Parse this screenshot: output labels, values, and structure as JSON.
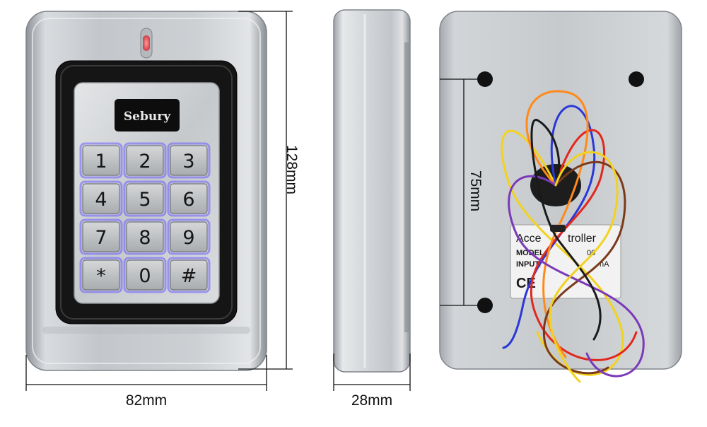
{
  "dimensions": {
    "front_width": "82mm",
    "front_height": "128mm",
    "side_depth": "28mm",
    "hole_spacing": "75mm"
  },
  "brand": "Sebury",
  "keypad": {
    "keys": [
      "1",
      "2",
      "3",
      "4",
      "5",
      "6",
      "7",
      "8",
      "9",
      "*",
      "0",
      "#"
    ]
  },
  "back_label": {
    "title": "Acce",
    "title_end": "troller",
    "model": "MODEL",
    "model_end": "00",
    "input": "INPUT:",
    "input_end": "nA",
    "ce_mark": "CE"
  },
  "colors": {
    "key_glow": "#6a5cff",
    "led": "#e04850",
    "wire_red": "#e0281e",
    "wire_orange": "#ff8a1a",
    "wire_yellow": "#f2d21e",
    "wire_blue": "#2a38d8",
    "wire_brown": "#7a3a1a",
    "wire_purple": "#7a3ab8",
    "wire_black": "#1a1a1a"
  }
}
